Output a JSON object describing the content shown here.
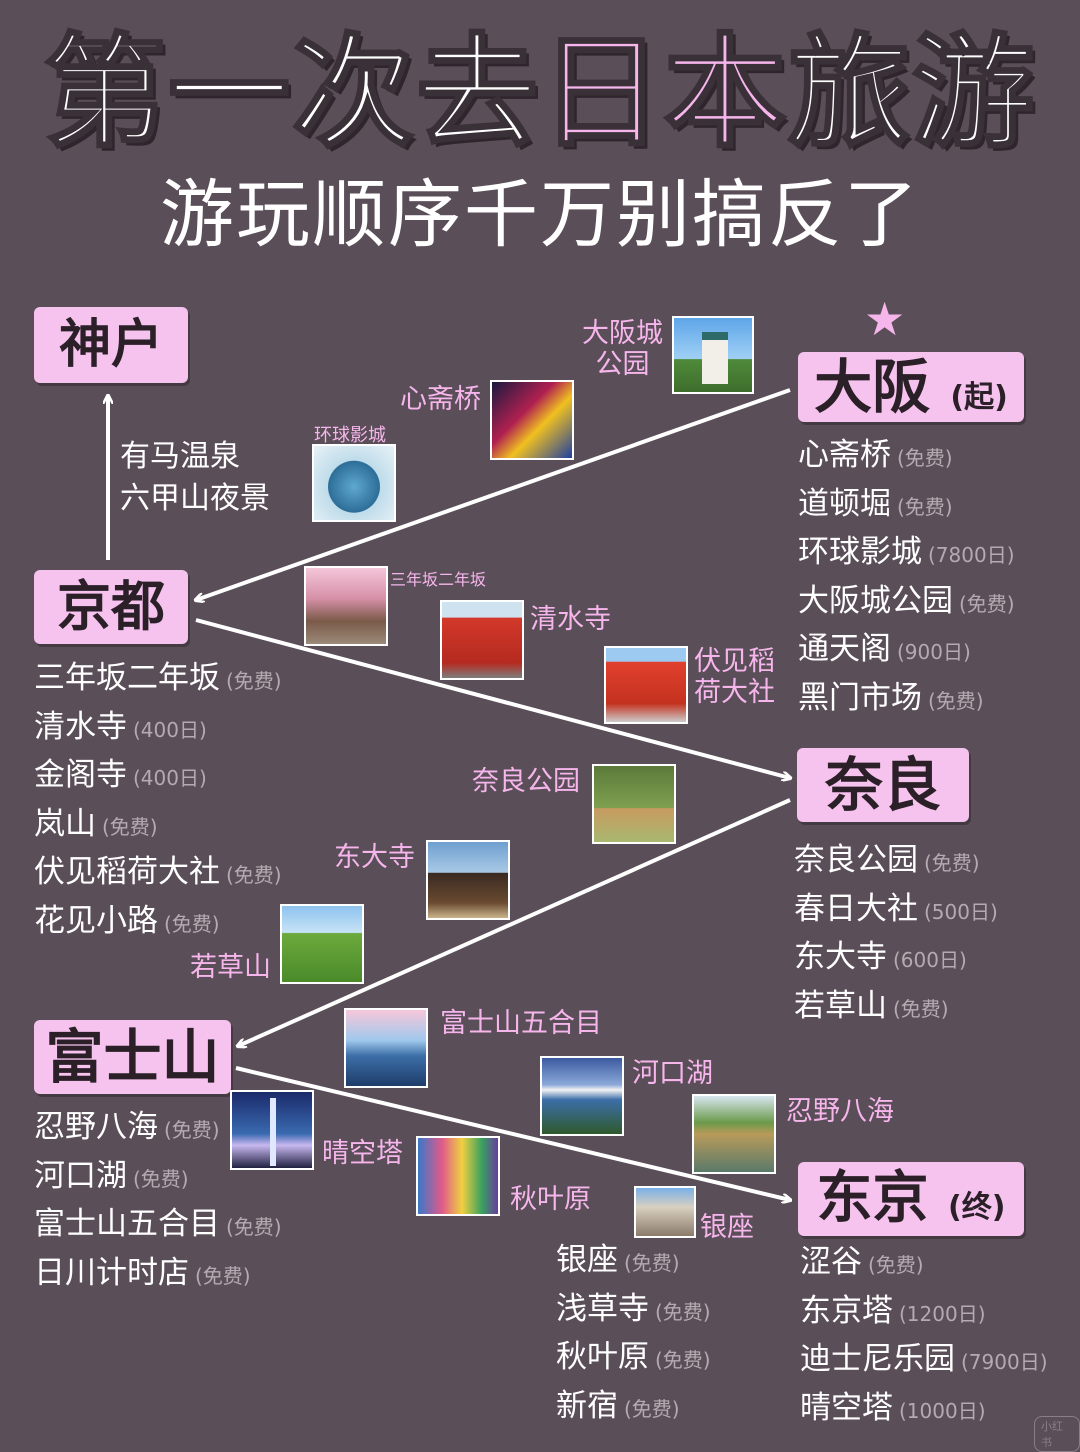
{
  "title": {
    "part1": "第一次去",
    "highlight": "日本",
    "part2": "旅游"
  },
  "subtitle": "游玩顺序千万别搞反了",
  "cities": {
    "kobe": "神户",
    "osaka": {
      "name": "大阪",
      "suffix": "(起)"
    },
    "kyoto": "京都",
    "nara": "奈良",
    "fuji": "富士山",
    "tokyo": {
      "name": "东京",
      "suffix": "(终)"
    }
  },
  "kobe_spots": [
    "有马温泉",
    "六甲山夜景"
  ],
  "osaka_list": [
    {
      "name": "心斋桥",
      "note": "(免费)"
    },
    {
      "name": "道顿堀",
      "note": "(免费)"
    },
    {
      "name": "环球影城",
      "note": "(7800日)"
    },
    {
      "name": "大阪城公园",
      "note": "(免费)"
    },
    {
      "name": "通天阁",
      "note": "(900日)"
    },
    {
      "name": "黑门市场",
      "note": "(免费)"
    }
  ],
  "kyoto_list": [
    {
      "name": "三年坂二年坂",
      "note": "(免费)"
    },
    {
      "name": "清水寺",
      "note": "(400日)"
    },
    {
      "name": "金阁寺",
      "note": "(400日)"
    },
    {
      "name": "岚山",
      "note": "(免费)"
    },
    {
      "name": "伏见稻荷大社",
      "note": "(免费)"
    },
    {
      "name": "花见小路",
      "note": "(免费)"
    }
  ],
  "nara_list": [
    {
      "name": "奈良公园",
      "note": "(免费)"
    },
    {
      "name": "春日大社",
      "note": "(500日)"
    },
    {
      "name": "东大寺",
      "note": "(600日)"
    },
    {
      "name": "若草山",
      "note": "(免费)"
    }
  ],
  "fuji_list": [
    {
      "name": "忍野八海",
      "note": "(免费)"
    },
    {
      "name": "河口湖",
      "note": "(免费)"
    },
    {
      "name": "富士山五合目",
      "note": "(免费)"
    },
    {
      "name": "日川计时店",
      "note": "(免费)"
    }
  ],
  "tokyo_list_left": [
    {
      "name": "银座",
      "note": "(免费)"
    },
    {
      "name": "浅草寺",
      "note": "(免费)"
    },
    {
      "name": "秋叶原",
      "note": "(免费)"
    },
    {
      "name": "新宿",
      "note": "(免费)"
    }
  ],
  "tokyo_list_right": [
    {
      "name": "涩谷",
      "note": "(免费)"
    },
    {
      "name": "东京塔",
      "note": "(1200日)"
    },
    {
      "name": "迪士尼乐园",
      "note": "(7900日)"
    },
    {
      "name": "晴空塔",
      "note": "(1000日)"
    }
  ],
  "photo_labels": {
    "osaka_castle": "大阪城\n公园",
    "shinsaibashi": "心斋桥",
    "universal": "环球影城",
    "sannenzaka": "三年坂二年坂",
    "kiyomizu": "清水寺",
    "fushimi": "伏见稻\n荷大社",
    "nara_park": "奈良公园",
    "todaiji": "东大寺",
    "wakakusa": "若草山",
    "fuji_5th": "富士山五合目",
    "kawaguchiko": "河口湖",
    "oshino": "忍野八海",
    "skytree": "晴空塔",
    "akihabara": "秋叶原",
    "ginza": "银座"
  },
  "star_icon": "★",
  "watermark": "小红书",
  "colors": {
    "background": "#5a4e58",
    "accent": "#f6b6ec",
    "city_box": "#f6c2ee"
  }
}
